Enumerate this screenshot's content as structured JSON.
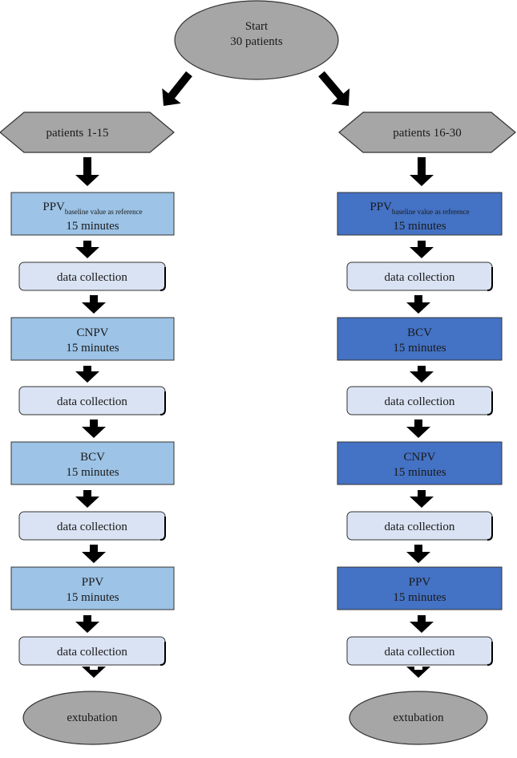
{
  "start": {
    "line1": "Start",
    "line2": "30 patients"
  },
  "groups": [
    {
      "label": "patients 1-15",
      "box_color": "#9dc3e6",
      "steps": [
        {
          "main": "PPV",
          "sub": "baseline value as reference",
          "duration": "15 minutes"
        },
        {
          "main": "CNPV",
          "duration": "15 minutes"
        },
        {
          "main": "BCV",
          "duration": "15 minutes"
        },
        {
          "main": "PPV",
          "duration": "15 minutes"
        }
      ],
      "collection_label": "data collection",
      "end": "extubation"
    },
    {
      "label": "patients 16-30",
      "box_color": "#4472c4",
      "steps": [
        {
          "main": "PPV",
          "sub": "baseline value as reference",
          "duration": "15 minutes"
        },
        {
          "main": "BCV",
          "duration": "15 minutes"
        },
        {
          "main": "CNPV",
          "duration": "15 minutes"
        },
        {
          "main": "PPV",
          "duration": "15 minutes"
        }
      ],
      "collection_label": "data collection",
      "end": "extubation"
    }
  ],
  "colors": {
    "node_gray": "#a6a6a6",
    "collection_fill": "#dae3f3",
    "arrow": "#000000",
    "stroke": "#333333"
  }
}
